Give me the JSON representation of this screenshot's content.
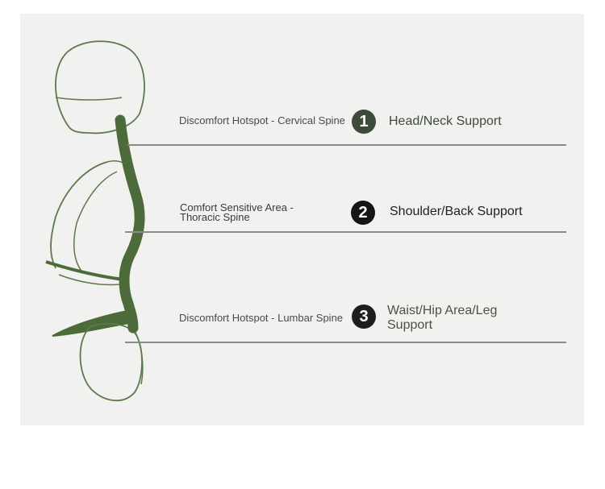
{
  "colors": {
    "panel_bg": "#f1f1f0",
    "spine_green": "#4d6b3a",
    "outline_green": "#5b7a4a",
    "badge_1": "#3e4a3b",
    "badge_2": "#151515",
    "badge_3": "#1e1e1e",
    "support_1_text": "#3e4a3b",
    "support_2_text": "#1f1f1f",
    "support_3_text": "#4a5343",
    "divider": "#8a8a8a"
  },
  "zones": [
    {
      "label": "Discomfort Hotspot - Cervical Spine",
      "badge": "1",
      "support": "Head/Neck Support"
    },
    {
      "label": "Comfort Sensitive Area - Thoracic Spine",
      "badge": "2",
      "support": "Shoulder/Back Support"
    },
    {
      "label": "Discomfort Hotspot - Lumbar Spine",
      "badge": "3",
      "support": "Waist/Hip Area/Leg Support"
    }
  ]
}
